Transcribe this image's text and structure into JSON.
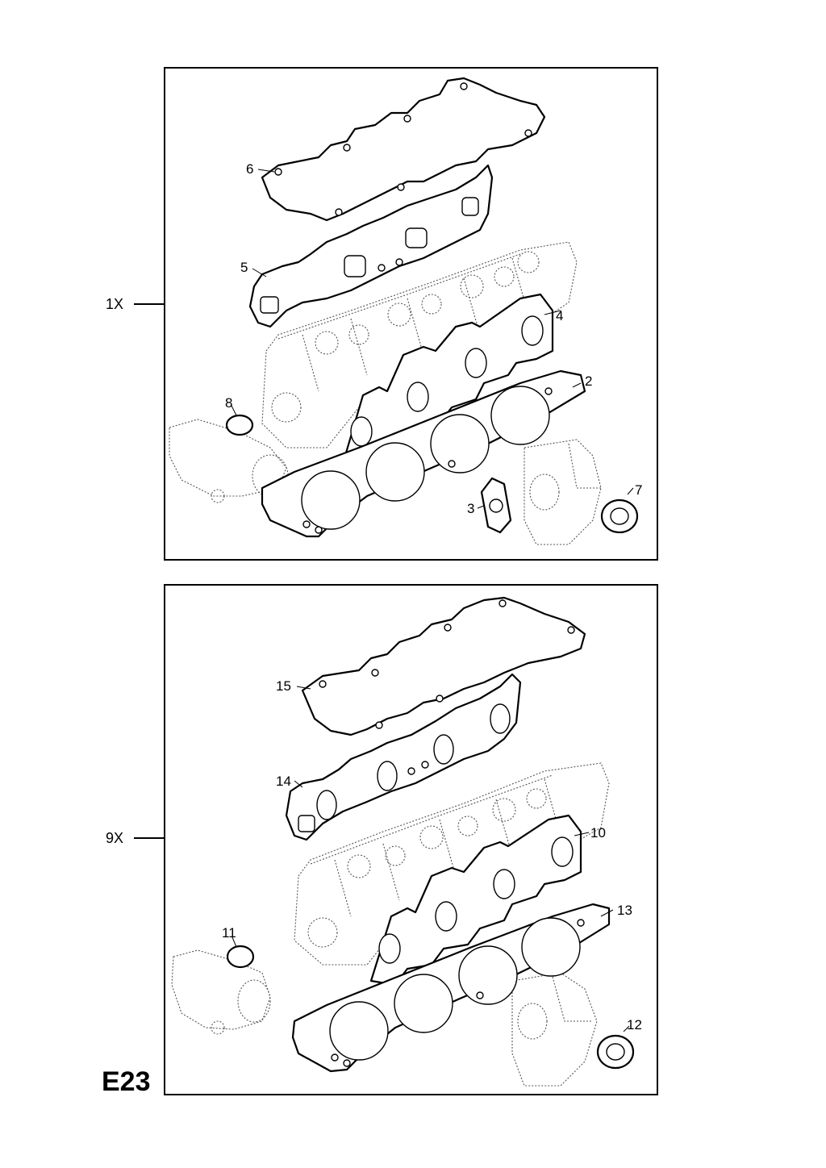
{
  "page_code": "E23",
  "kits": [
    {
      "label": "1X",
      "callouts": [
        "6",
        "5",
        "4",
        "2",
        "8",
        "3",
        "7"
      ]
    },
    {
      "label": "9X",
      "callouts": [
        "15",
        "14",
        "10",
        "13",
        "11",
        "12"
      ]
    }
  ]
}
